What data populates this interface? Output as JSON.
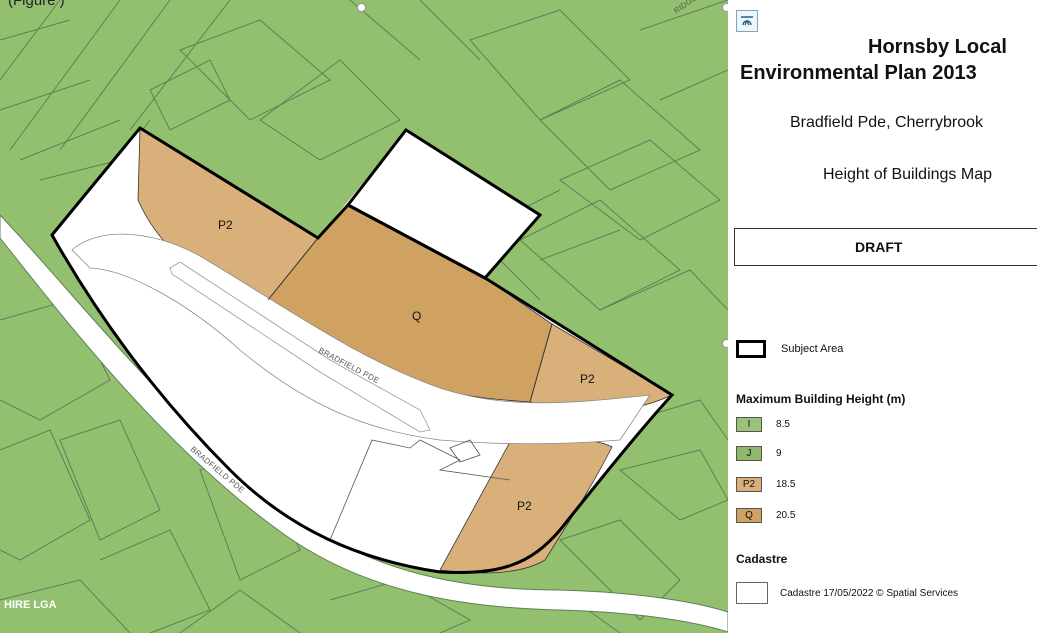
{
  "caption": "(Figure )",
  "map": {
    "zones": [
      {
        "code": "P2",
        "fill": "#d9b07a"
      },
      {
        "code": "Q",
        "fill": "#cfa262"
      },
      {
        "code": "P2",
        "fill": "#d9b07a"
      },
      {
        "code": "P2",
        "fill": "#d9b07a"
      }
    ],
    "road_label": "BRADFIELD PDE",
    "road_label_2": "BRADFIELD PDE",
    "road_label_3": "RIDGE",
    "lga_label": "HIRE LGA"
  },
  "panel": {
    "title_line1": "Hornsby Local",
    "title_line2": "Environmental Plan 2013",
    "address": "Bradfield Pde, Cherrybrook",
    "map_name": "Height of Buildings Map",
    "status": "DRAFT",
    "subject_area_label": "Subject Area",
    "legend_title": "Maximum Building Height (m)",
    "legend": [
      {
        "code": "I",
        "value": "8.5",
        "color": "#9ac27a"
      },
      {
        "code": "J",
        "value": "9",
        "color": "#8fb86c"
      },
      {
        "code": "P2",
        "value": "18.5",
        "color": "#d9b07a"
      },
      {
        "code": "Q",
        "value": "20.5",
        "color": "#cfa262"
      }
    ],
    "cadastre_heading": "Cadastre",
    "cadastre_label": "Cadastre 17/05/2022 © Spatial Services"
  },
  "colors": {
    "zone_i": "#9ac27a",
    "zone_j": "#8fb86c",
    "zone_p2": "#d9b07a",
    "zone_q": "#cfa262",
    "cadastre_line": "#5f7f55",
    "subject_outline": "#000000"
  },
  "icons": {
    "layers": "layers-icon"
  }
}
